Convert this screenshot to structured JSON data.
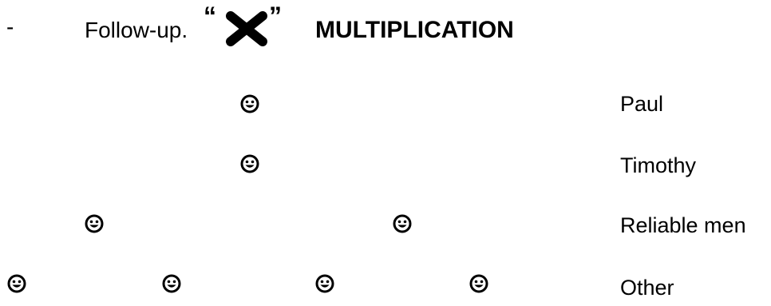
{
  "header": {
    "bullet": "-",
    "followup_text": "Follow-up.",
    "quote_open": "“",
    "quote_close": "”",
    "symbol_icon": "heavy-x-icon",
    "title": "MULTIPLICATION"
  },
  "levels": [
    {
      "label": "Paul",
      "count": 1
    },
    {
      "label": "Timothy",
      "count": 1
    },
    {
      "label": "Reliable men",
      "count": 2
    },
    {
      "label": "Other",
      "count": 4
    }
  ],
  "icon": "smiley-face-icon"
}
